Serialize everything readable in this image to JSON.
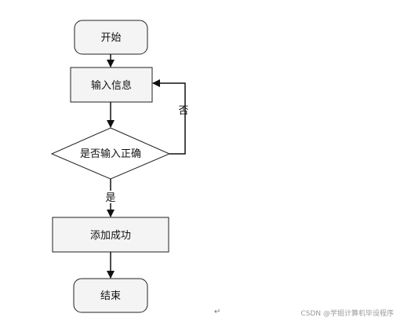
{
  "nodes": {
    "start": "开始",
    "input": "输入信息",
    "decision": "是否输入正确",
    "add": "添加成功",
    "end": "结束"
  },
  "edges": {
    "yes": "是",
    "no": "否"
  },
  "footer": {
    "watermark": "CSDN @学姐计算机毕设程序",
    "return_mark": "↵"
  },
  "colors": {
    "box_fill": "#f4f4f4",
    "stroke": "#222222"
  }
}
